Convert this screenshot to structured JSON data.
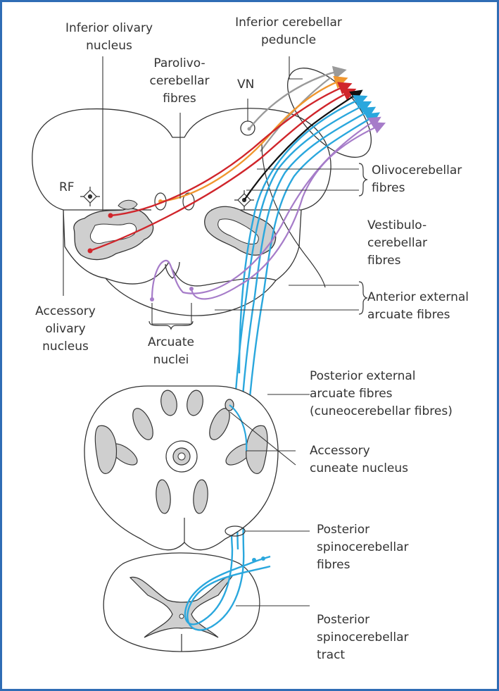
{
  "labels": {
    "inferior_olivary_nucleus": "Inferior olivary\nnucleus",
    "inferior_cerebellar_peduncle": "Inferior cerebellar\npeduncle",
    "parolivocerebellar_fibres": "Parolivo-\ncerebellar\nfibres",
    "vn": "VN",
    "rf": "RF",
    "olivocerebellar_fibres": "Olivocerebellar\nfibres",
    "vestibulocerebellar_fibres": "Vestibulo-\ncerebellar\nfibres",
    "anterior_external_arcuate_fibres": "Anterior external\narcuate fibres",
    "accessory_olivary_nucleus": "Accessory\nolivary\nnucleus",
    "arcuate_nuclei": "Arcuate\nnuclei",
    "posterior_external_arcuate_fibres": "Posterior external\narcuate fibres\n(cuneocerebellar fibres)",
    "accessory_cuneate_nucleus": "Accessory\ncuneate nucleus",
    "posterior_spinocerebellar_fibres": "Posterior\nspinocerebellar\nfibres",
    "posterior_spinocerebellar_tract": "Posterior\nspinocerebellar\ntract"
  },
  "colors": {
    "frame": "#2f6db5",
    "outline": "#333333",
    "gray_matter": "#cfcfcf",
    "olivocerebellar": "#d0252b",
    "parolivo": "#f0962e",
    "vestibulo": "#9a9a9a",
    "black_fibre": "#111111",
    "spinocerebellar": "#2aa7dd",
    "arcuate": "#a67cc9"
  }
}
